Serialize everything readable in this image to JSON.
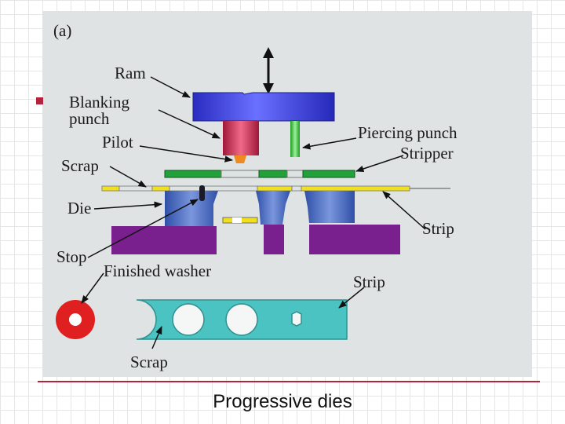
{
  "figure": {
    "panel_label": "(a)",
    "labels": {
      "ram": "Ram",
      "blanking_punch_1": "Blanking",
      "blanking_punch_2": "punch",
      "pilot": "Pilot",
      "scrap_top": "Scrap",
      "die": "Die",
      "stop": "Stop",
      "finished_washer": "Finished washer",
      "piercing_punch": "Piercing punch",
      "stripper": "Stripper",
      "strip_right": "Strip",
      "strip_bottom": "Strip",
      "scrap_bottom": "Scrap"
    },
    "colors": {
      "panel": "#dfe3e3",
      "ram": "#3d3fd4",
      "blanking_punch": "#c8284c",
      "pilot": "#f08a1e",
      "piercing_punch": "#38c838",
      "stripper": "#1f8a2f",
      "strip": "#f0e020",
      "die": "#4466bb",
      "die_shoe": "#7a1f8e",
      "washer": "#e02020",
      "scrap_strip": "#4cc3c3"
    }
  },
  "caption": "Progressive dies"
}
